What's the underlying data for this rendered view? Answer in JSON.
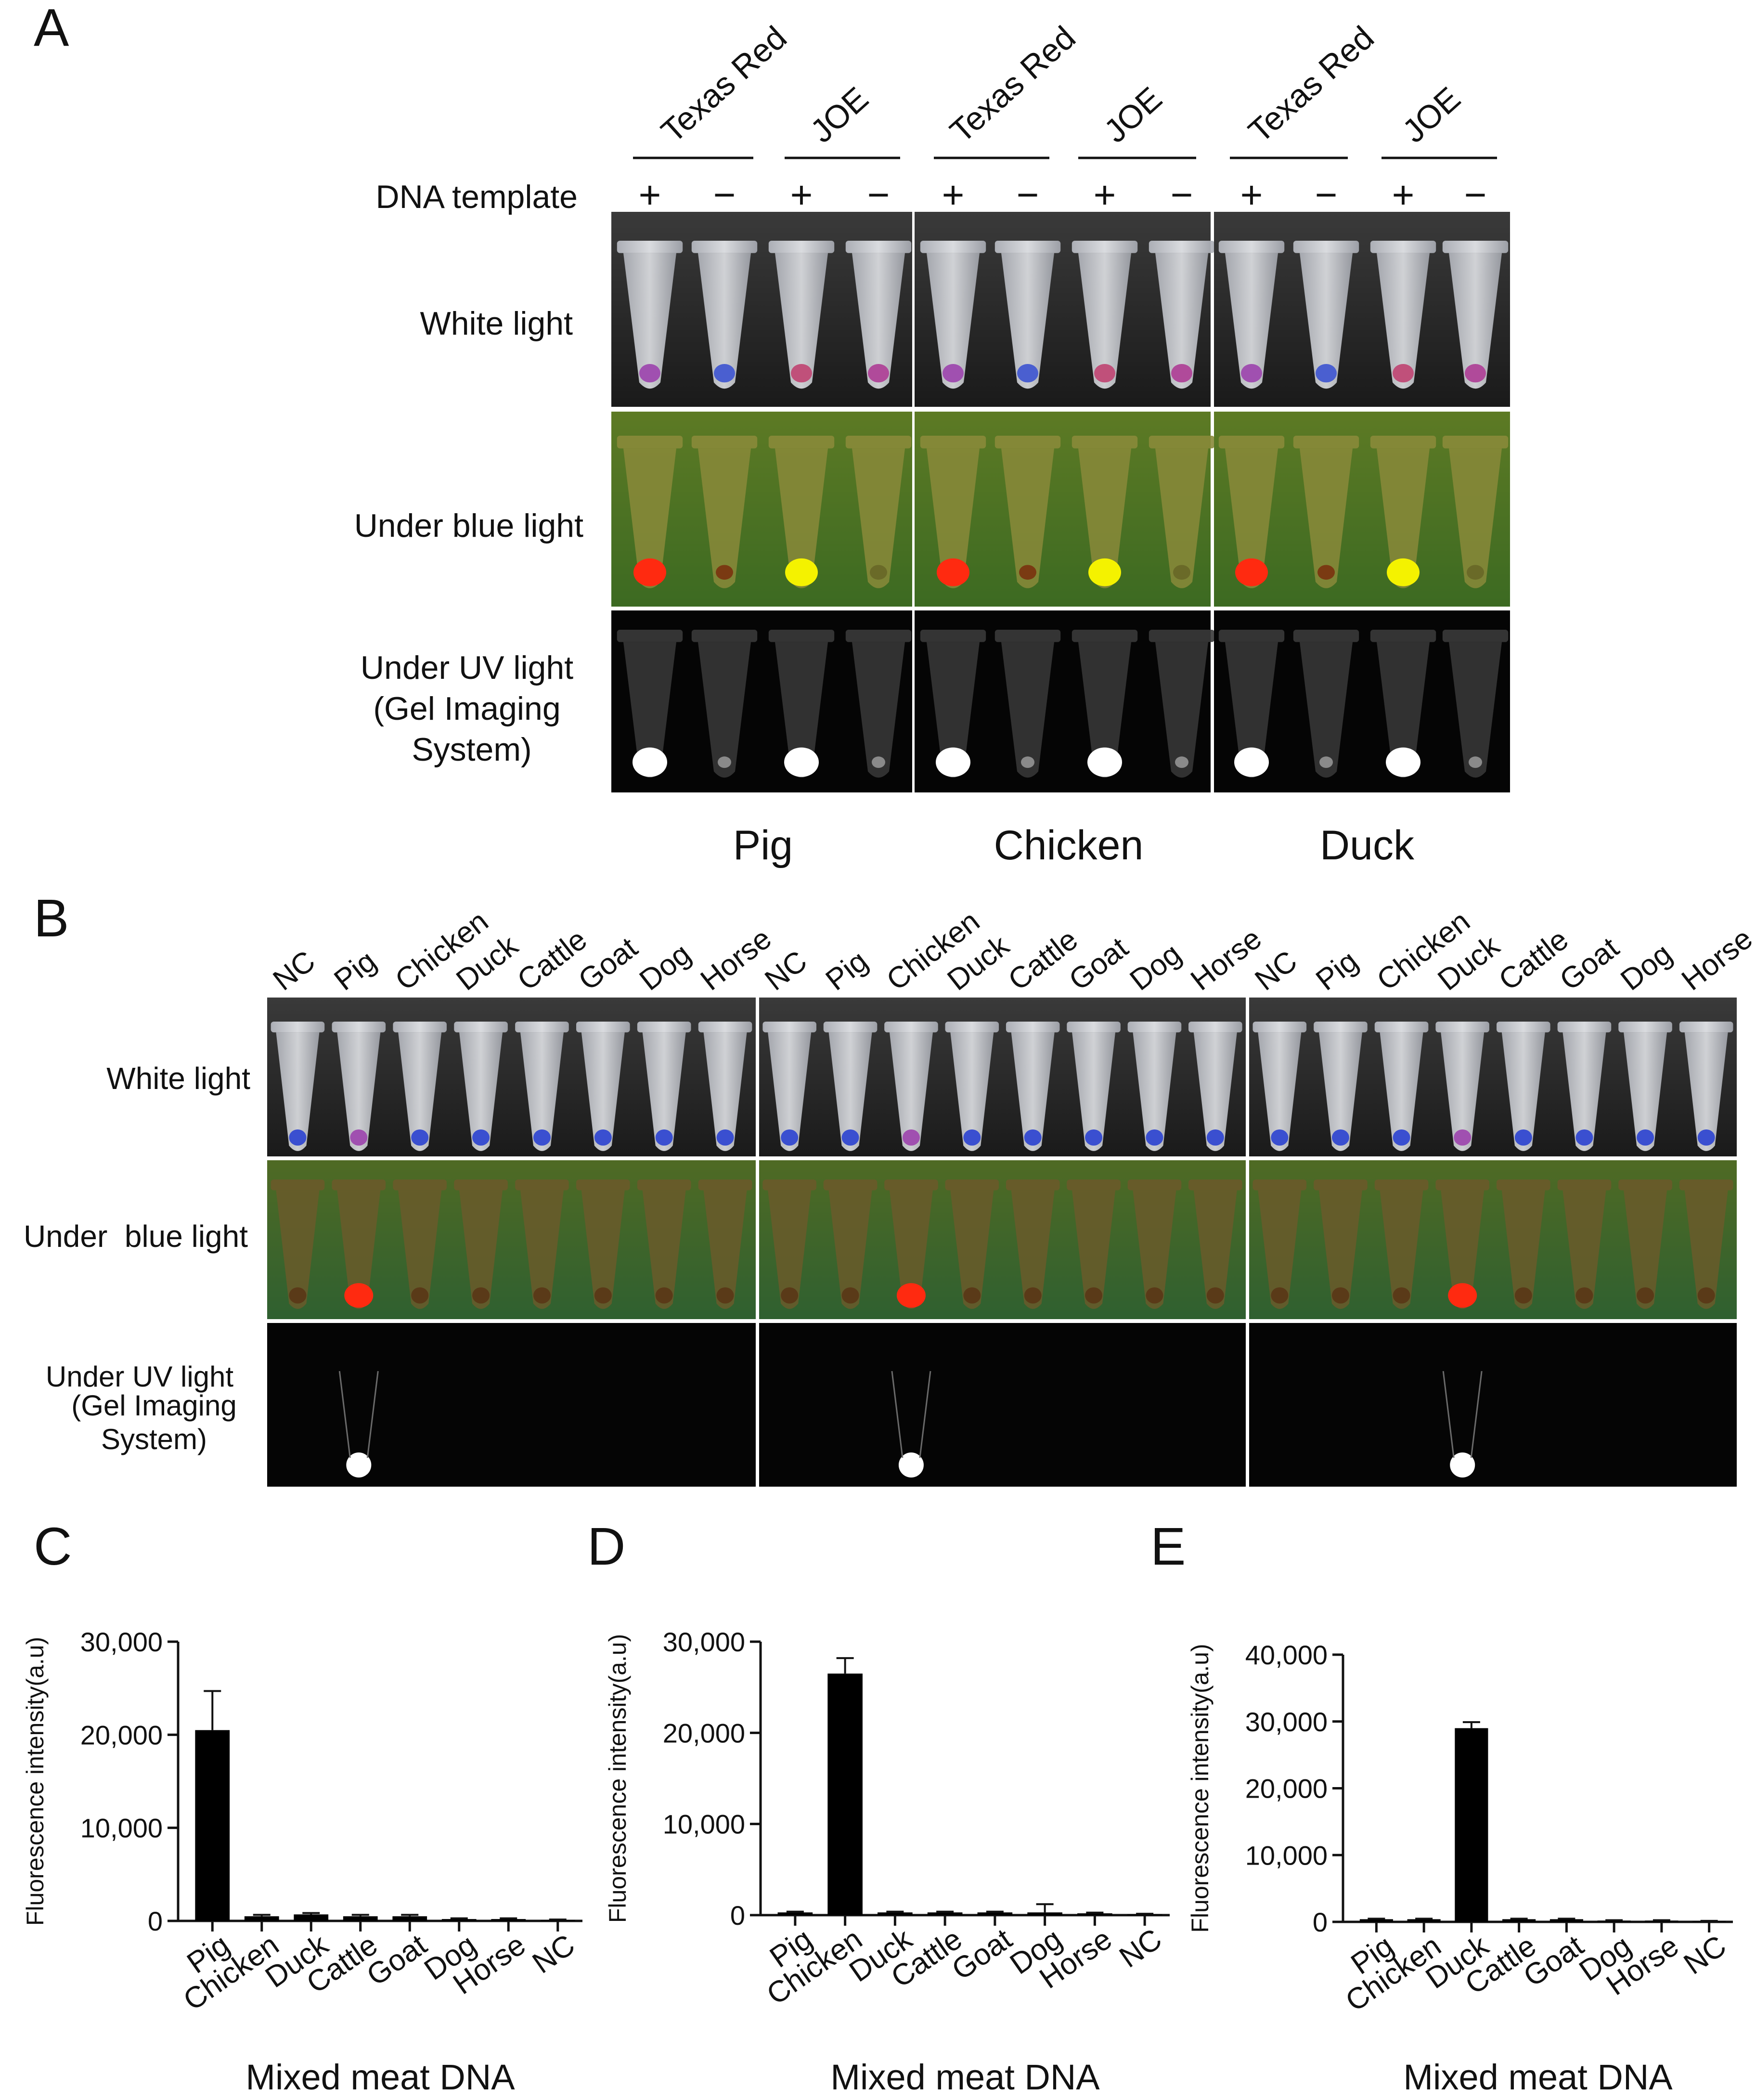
{
  "panel_letters": [
    "A",
    "B",
    "C",
    "D",
    "E"
  ],
  "panel_a": {
    "dye_labels": [
      "Texas Red",
      "JOE",
      "Texas Red",
      "JOE",
      "Texas Red",
      "JOE"
    ],
    "dna_template_label": "DNA template",
    "template_signs": [
      "+",
      "−",
      "+",
      "−",
      "+",
      "−",
      "+",
      "−",
      "+",
      "−",
      "+",
      "−"
    ],
    "row_labels": [
      "White light",
      "Under blue light",
      "Under UV light",
      "(Gel Imaging",
      "System)"
    ],
    "species": [
      "Pig",
      "Chicken",
      "Duck"
    ],
    "tube_white_tint": [
      "#a050b0",
      "#4a5fd0",
      "#c0507a",
      "#b04a9a",
      "#a050b0",
      "#4a5fd0",
      "#c0507a",
      "#b04a9a",
      "#a050b0",
      "#4a5fd0",
      "#c0507a",
      "#b04a9a"
    ],
    "tube_blue_glow": [
      "#ff2a10",
      "#7a3a12",
      "#f4f200",
      "#6a6a28",
      "#ff2a10",
      "#7a3a12",
      "#f4f200",
      "#6a6a28",
      "#ff2a10",
      "#7a3a12",
      "#f4f200",
      "#6a6a28"
    ],
    "tube_uv_bright": [
      true,
      false,
      true,
      false,
      true,
      false,
      true,
      false,
      true,
      false,
      true,
      false
    ]
  },
  "panel_b": {
    "column_labels": [
      "NC",
      "Pig",
      "Chicken",
      "Duck",
      "Cattle",
      "Goat",
      "Dog",
      "Horse"
    ],
    "row_labels": [
      "White light",
      "Under  blue light",
      "Under UV light",
      "(Gel Imaging",
      "System)"
    ],
    "positive_index": [
      1,
      2,
      3
    ]
  },
  "chart_data": [
    {
      "type": "bar",
      "panel": "C",
      "categories": [
        "Pig",
        "Chicken",
        "Duck",
        "Cattle",
        "Goat",
        "Dog",
        "Horse",
        "NC"
      ],
      "values": [
        20500,
        500,
        700,
        500,
        500,
        200,
        200,
        100
      ],
      "errors": [
        4200,
        150,
        150,
        150,
        150,
        80,
        80,
        50
      ],
      "xlabel": "Mixed meat DNA",
      "ylabel": "Fluorescence intensity(a.u)",
      "ylim": [
        0,
        30000
      ],
      "yticks": [
        "0",
        "10,000",
        "20,000",
        "30,000"
      ]
    },
    {
      "type": "bar",
      "panel": "D",
      "categories": [
        "Pig",
        "Chicken",
        "Duck",
        "Cattle",
        "Goat",
        "Dog",
        "Horse",
        "NC"
      ],
      "values": [
        300,
        26500,
        300,
        300,
        300,
        300,
        200,
        100
      ],
      "errors": [
        80,
        1700,
        80,
        80,
        80,
        900,
        80,
        50
      ],
      "xlabel": "Mixed meat DNA",
      "ylabel": "Fluorescence intensity(a.u)",
      "ylim": [
        0,
        30000
      ],
      "yticks": [
        "0",
        "10,000",
        "20,000",
        "30,000"
      ]
    },
    {
      "type": "bar",
      "panel": "E",
      "categories": [
        "Pig",
        "Chicken",
        "Duck",
        "Cattle",
        "Goat",
        "Dog",
        "Horse",
        "NC"
      ],
      "values": [
        400,
        400,
        29000,
        400,
        400,
        200,
        200,
        100
      ],
      "errors": [
        80,
        80,
        900,
        80,
        80,
        50,
        50,
        50
      ],
      "xlabel": "Mixed meat DNA",
      "ylabel": "Fluorescence intensity(a.u)",
      "ylim": [
        0,
        40000
      ],
      "yticks": [
        "0",
        "10,000",
        "20,000",
        "30,000",
        "40,000"
      ]
    }
  ]
}
